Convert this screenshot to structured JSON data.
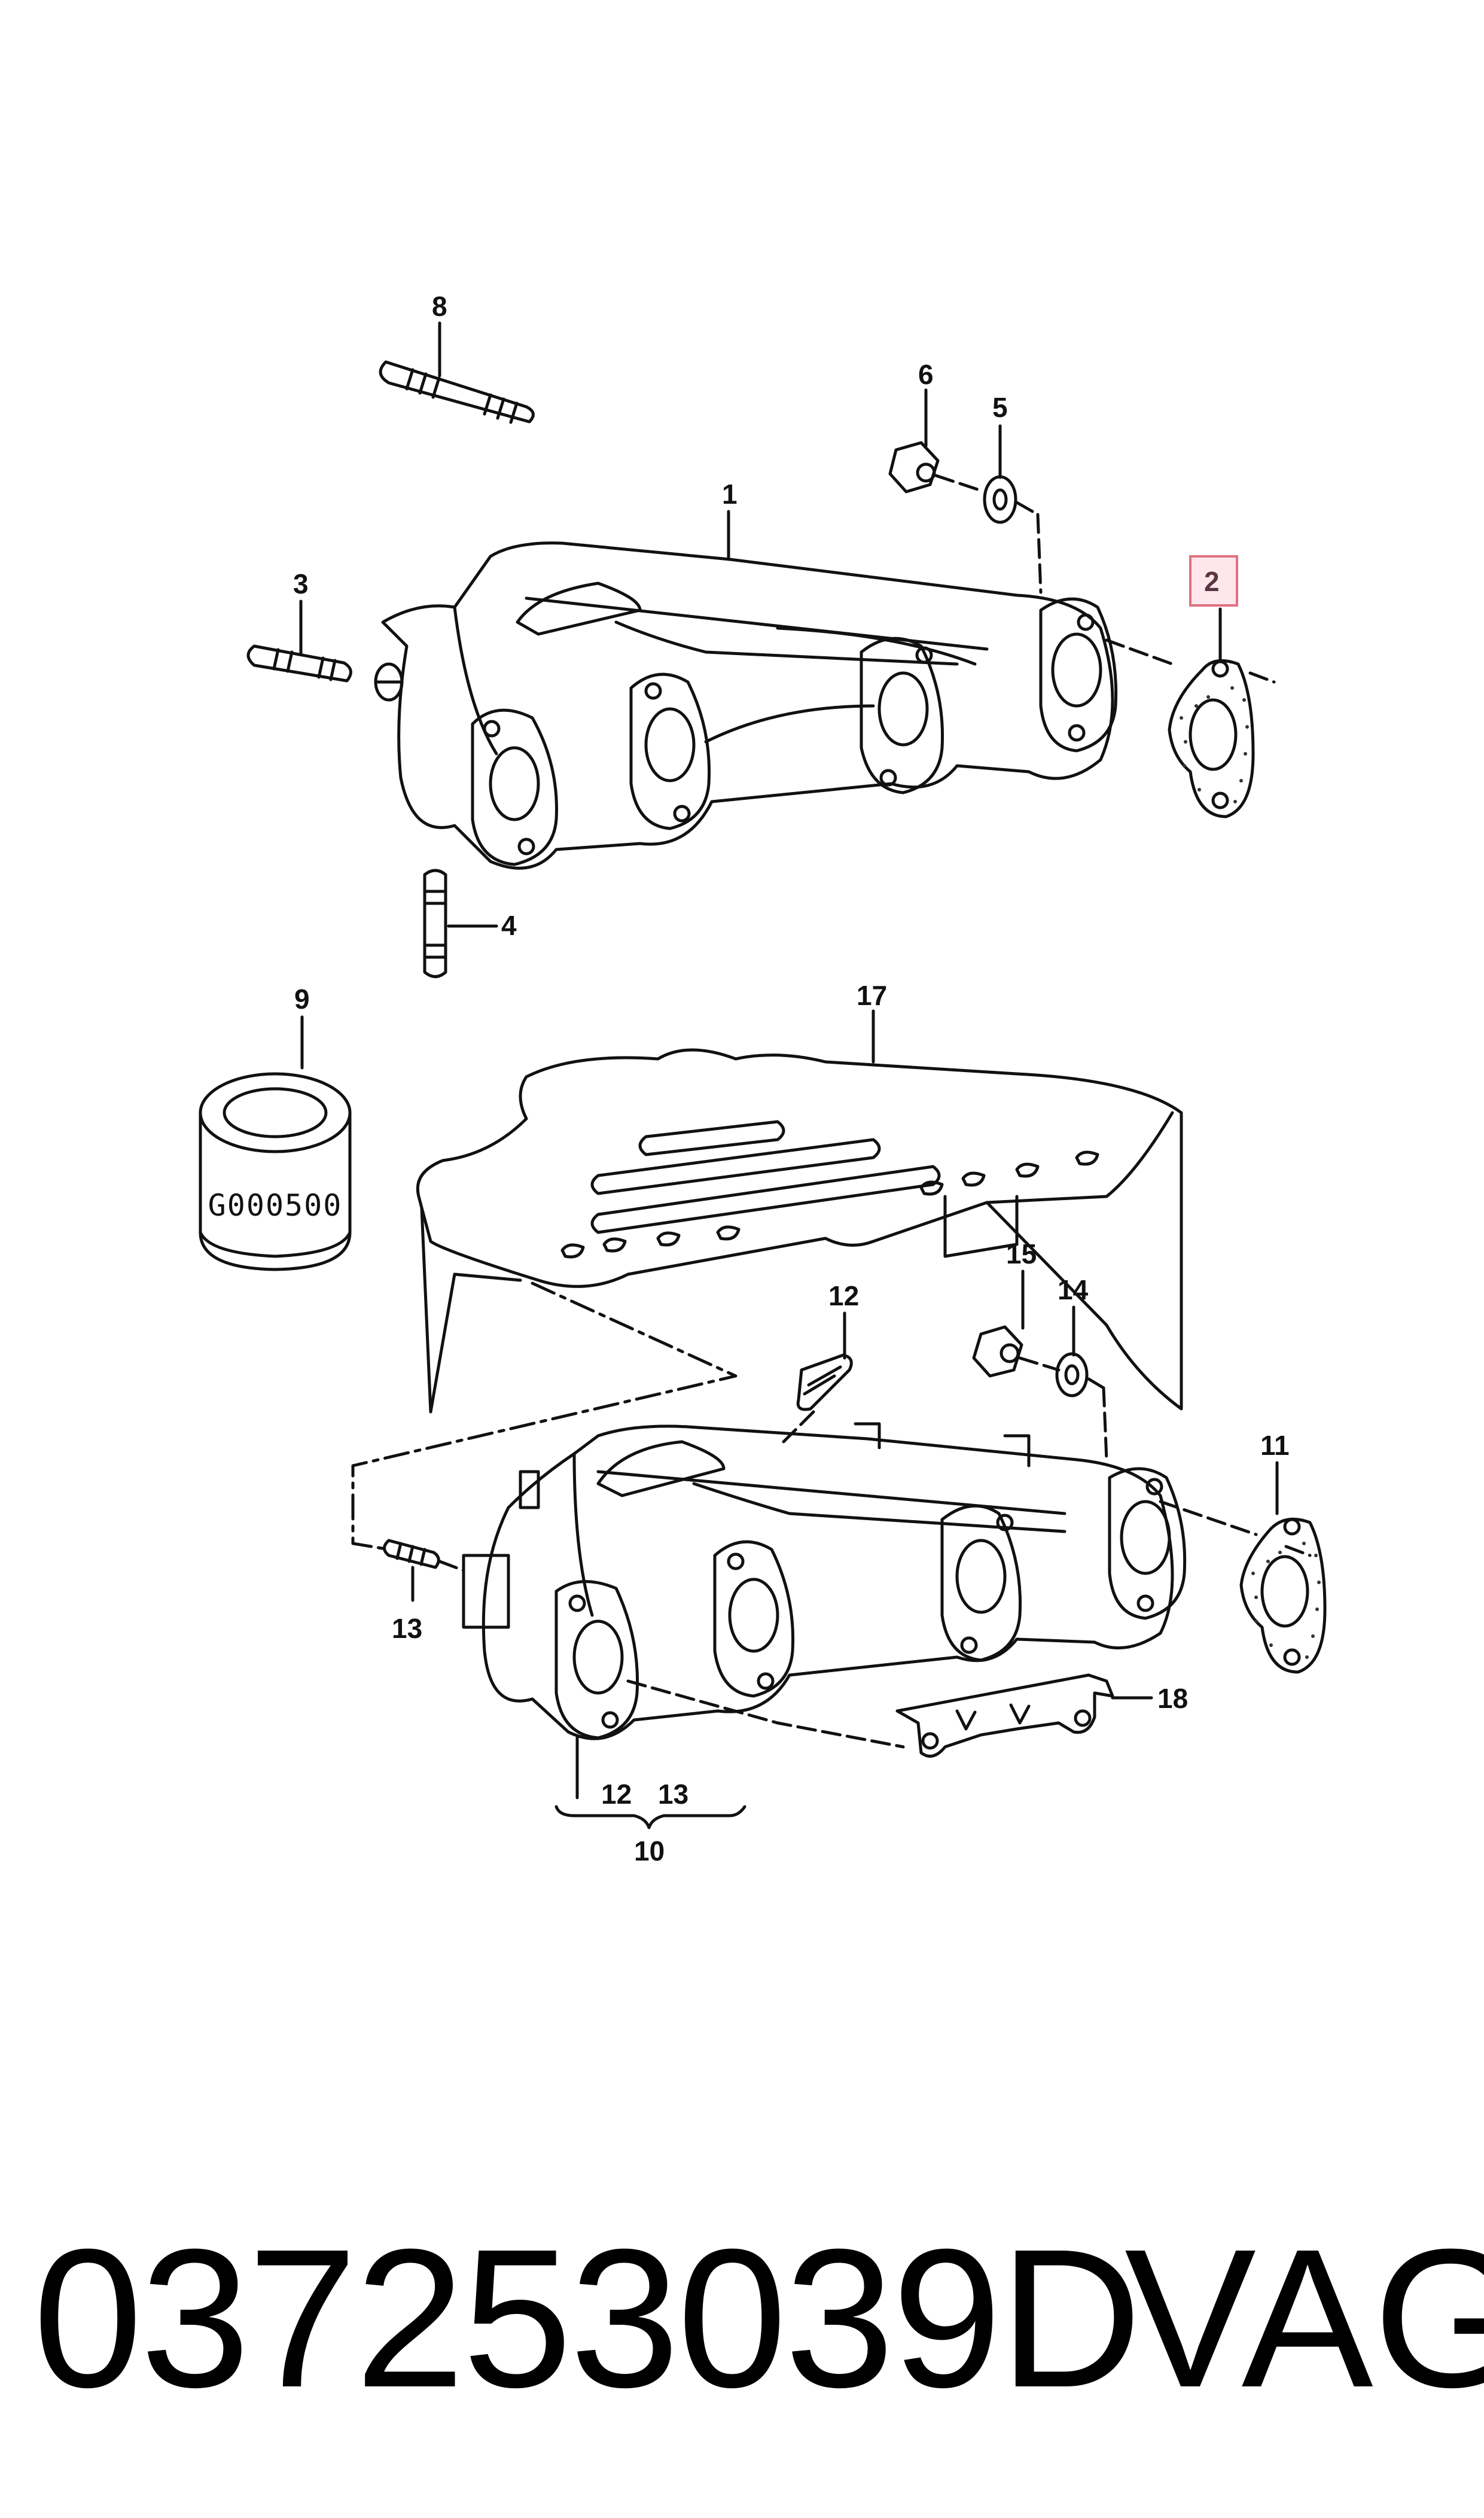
{
  "callouts": {
    "c1": "1",
    "c2": "2",
    "c3": "3",
    "c4": "4",
    "c5": "5",
    "c6": "6",
    "c7": "8",
    "c8": "9",
    "c9": "17",
    "c10": "12",
    "c11": "15",
    "c12": "14",
    "c13": "11",
    "c14": "13",
    "c15": "18",
    "c16": "12",
    "c17": "13",
    "c18": "10"
  },
  "canister_label": "G000500",
  "footer": {
    "part_number": "037253039D",
    "brand": "VAG"
  },
  "colors": {
    "highlight_border": "#e07080",
    "highlight_fill": "#fde7ec",
    "line": "#111111"
  }
}
